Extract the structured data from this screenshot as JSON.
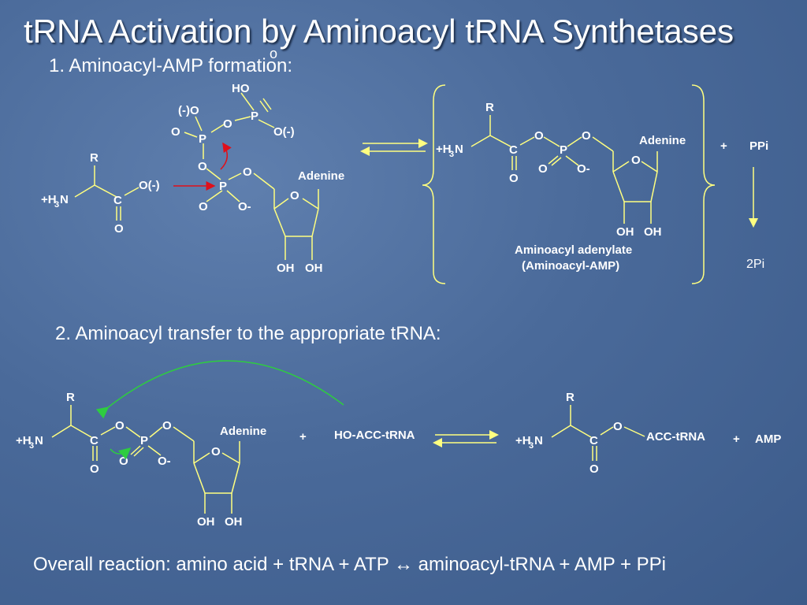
{
  "slide": {
    "title": "tRNA Activation by Aminoacyl tRNA Synthetases",
    "title_stray_o": "o",
    "step1_heading": "1. Aminoacyl-AMP formation:",
    "step2_heading": "2. Aminoacyl transfer to the appropriate tRNA:",
    "overall_reaction": "Overall reaction: amino acid + tRNA + ATP   ↔   aminoacyl-tRNA   + AMP + PPi"
  },
  "colors": {
    "background": "#4a6a9a",
    "text": "#ffffff",
    "bonds": "#ffff80",
    "red_arrow": "#e0101a",
    "green_arrow": "#2ecc40"
  },
  "labels": {
    "R": "R",
    "C": "C",
    "O": "O",
    "P": "P",
    "HO": "HO",
    "O_minus_paren": "O(-)",
    "paren_minus_O": "(-)O",
    "O_minus": "O-",
    "OH": "OH",
    "amine_h3n": "+H",
    "amine_sub3": "3",
    "amine_n": "N",
    "adenine": "Adenine",
    "plus": "+",
    "PPi": "PPi",
    "two_Pi": "2Pi",
    "aminoacyl_adenylate": "Aminoacyl adenylate",
    "aminoacyl_amp": "(Aminoacyl-AMP)",
    "ho_acc_trna": "HO-ACC-tRNA",
    "acc_trna": "ACC-tRNA",
    "AMP": "AMP"
  }
}
